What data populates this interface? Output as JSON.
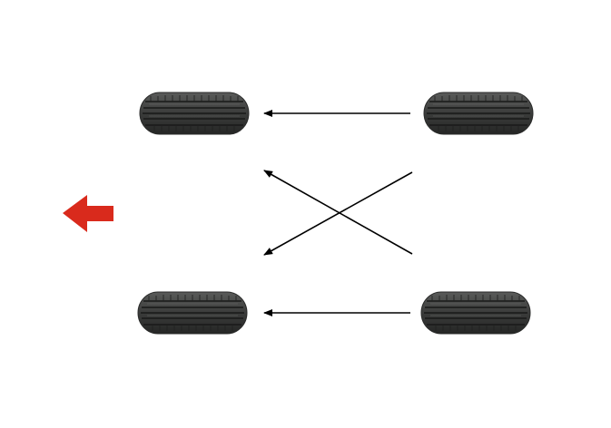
{
  "diagram": {
    "type": "tire-rotation-pattern",
    "direction_indicator": {
      "icon": "left-arrow-icon",
      "meaning": "front",
      "color": "#d92a1c"
    },
    "tires": [
      {
        "id": "front-left",
        "icon": "tire-icon"
      },
      {
        "id": "rear-left",
        "icon": "tire-icon"
      },
      {
        "id": "front-right",
        "icon": "tire-icon"
      },
      {
        "id": "rear-right",
        "icon": "tire-icon"
      }
    ],
    "rotations": [
      {
        "from": "rear-right",
        "to": "front-right",
        "style": "straight"
      },
      {
        "from": "rear-left",
        "to": "front-left",
        "style": "straight"
      },
      {
        "from": "front-left",
        "to": "rear-right",
        "style": "cross"
      },
      {
        "from": "front-right",
        "to": "rear-left",
        "style": "cross"
      }
    ],
    "colors": {
      "tire": "#3a3b3a",
      "tread": "#1e1f1e",
      "arrow": "#000000",
      "background": "#ffffff"
    }
  }
}
